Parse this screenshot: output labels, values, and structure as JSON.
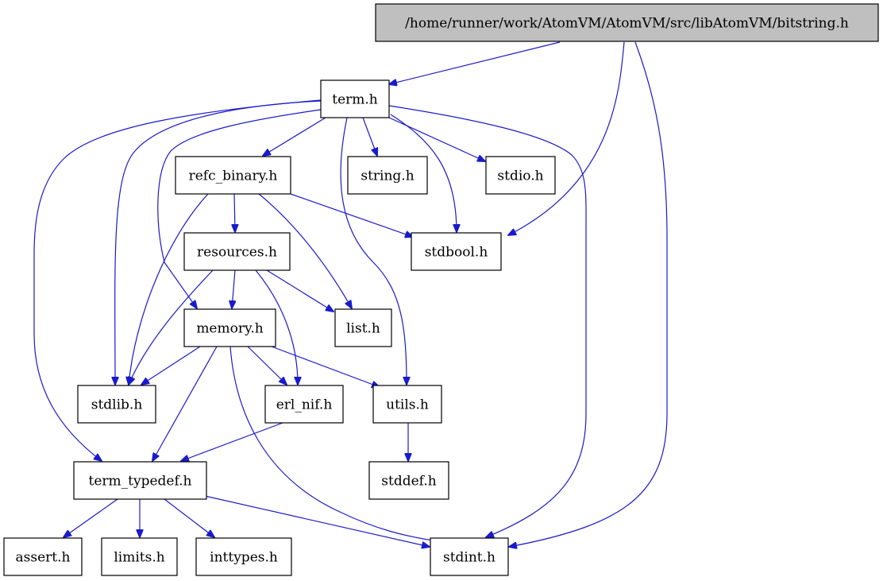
{
  "colors": {
    "edge": "#1a1acc",
    "root_fill": "#bfbfbf",
    "node_fill": "#ffffff",
    "border": "#000000"
  },
  "nodes": [
    {
      "id": "bitstring_h",
      "label": "/home/runner/work/AtomVM/AtomVM/src/libAtomVM/bitstring.h",
      "root": true
    },
    {
      "id": "term_h",
      "label": "term.h"
    },
    {
      "id": "refc_binary_h",
      "label": "refc_binary.h"
    },
    {
      "id": "string_h",
      "label": "string.h"
    },
    {
      "id": "stdio_h",
      "label": "stdio.h"
    },
    {
      "id": "resources_h",
      "label": "resources.h"
    },
    {
      "id": "stdbool_h",
      "label": "stdbool.h"
    },
    {
      "id": "memory_h",
      "label": "memory.h"
    },
    {
      "id": "list_h",
      "label": "list.h"
    },
    {
      "id": "stdlib_h",
      "label": "stdlib.h"
    },
    {
      "id": "erl_nif_h",
      "label": "erl_nif.h"
    },
    {
      "id": "utils_h",
      "label": "utils.h"
    },
    {
      "id": "term_typedef_h",
      "label": "term_typedef.h"
    },
    {
      "id": "stddef_h",
      "label": "stddef.h"
    },
    {
      "id": "assert_h",
      "label": "assert.h"
    },
    {
      "id": "limits_h",
      "label": "limits.h"
    },
    {
      "id": "inttypes_h",
      "label": "inttypes.h"
    },
    {
      "id": "stdint_h",
      "label": "stdint.h"
    }
  ],
  "edges": [
    {
      "from": "bitstring_h",
      "to": "term_h"
    },
    {
      "from": "bitstring_h",
      "to": "stdbool_h"
    },
    {
      "from": "bitstring_h",
      "to": "stdint_h"
    },
    {
      "from": "term_h",
      "to": "refc_binary_h"
    },
    {
      "from": "term_h",
      "to": "string_h"
    },
    {
      "from": "term_h",
      "to": "stdio_h"
    },
    {
      "from": "term_h",
      "to": "stdbool_h"
    },
    {
      "from": "term_h",
      "to": "stdlib_h"
    },
    {
      "from": "term_h",
      "to": "memory_h"
    },
    {
      "from": "term_h",
      "to": "utils_h"
    },
    {
      "from": "term_h",
      "to": "term_typedef_h"
    },
    {
      "from": "term_h",
      "to": "stdint_h"
    },
    {
      "from": "refc_binary_h",
      "to": "resources_h"
    },
    {
      "from": "refc_binary_h",
      "to": "stdbool_h"
    },
    {
      "from": "refc_binary_h",
      "to": "list_h"
    },
    {
      "from": "refc_binary_h",
      "to": "stdlib_h"
    },
    {
      "from": "resources_h",
      "to": "memory_h"
    },
    {
      "from": "resources_h",
      "to": "list_h"
    },
    {
      "from": "resources_h",
      "to": "erl_nif_h"
    },
    {
      "from": "resources_h",
      "to": "stdlib_h"
    },
    {
      "from": "memory_h",
      "to": "stdlib_h"
    },
    {
      "from": "memory_h",
      "to": "erl_nif_h"
    },
    {
      "from": "memory_h",
      "to": "utils_h"
    },
    {
      "from": "memory_h",
      "to": "term_typedef_h"
    },
    {
      "from": "memory_h",
      "to": "stdint_h"
    },
    {
      "from": "erl_nif_h",
      "to": "term_typedef_h"
    },
    {
      "from": "utils_h",
      "to": "stddef_h"
    },
    {
      "from": "term_typedef_h",
      "to": "assert_h"
    },
    {
      "from": "term_typedef_h",
      "to": "limits_h"
    },
    {
      "from": "term_typedef_h",
      "to": "inttypes_h"
    },
    {
      "from": "term_typedef_h",
      "to": "stdint_h"
    }
  ]
}
